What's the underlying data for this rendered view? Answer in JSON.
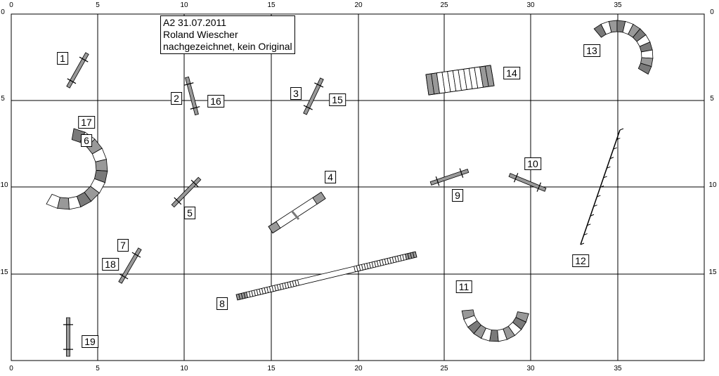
{
  "title_box": {
    "line1": "A2 31.07.2011",
    "line2": "Roland Wiescher",
    "line3": "nachgezeichnet, kein Original"
  },
  "axis": {
    "x_ticks": [
      "0",
      "5",
      "10",
      "15",
      "20",
      "25",
      "30",
      "35"
    ],
    "y_ticks": [
      "0",
      "5",
      "10",
      "15"
    ]
  },
  "labels": {
    "n1": "1",
    "n2": "2",
    "n3": "3",
    "n4": "4",
    "n5": "5",
    "n6": "6",
    "n7": "7",
    "n8": "8",
    "n9": "9",
    "n10": "10",
    "n11": "11",
    "n12": "12",
    "n13": "13",
    "n14": "14",
    "n15": "15",
    "n16": "16",
    "n17": "17",
    "n18": "18",
    "n19": "19"
  },
  "colors": {
    "line": "#000000",
    "gray": "#999999",
    "dark_gray": "#7a7a7a",
    "fill": "#ffffff"
  }
}
